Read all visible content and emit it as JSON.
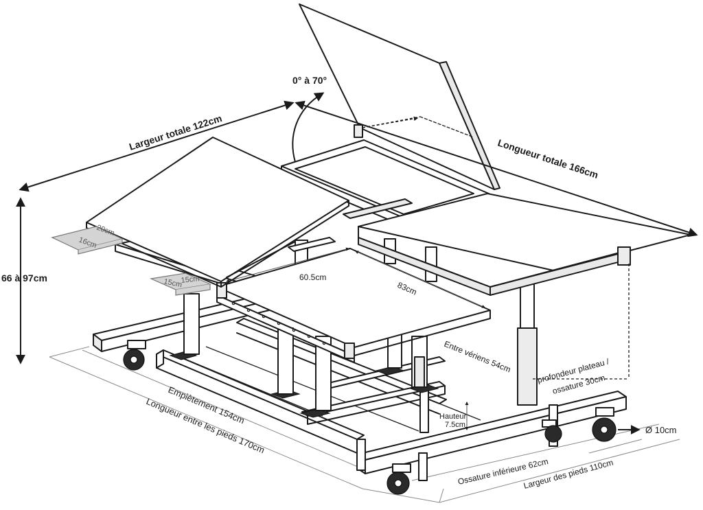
{
  "labels": {
    "angle": "0° à 70°",
    "total_width": "Largeur totale 122cm",
    "total_length": "Longueur totale 166cm",
    "height_range": "66 à 97cm",
    "pad_20": "20cm",
    "pad_16": "16cm",
    "pad_15a": "15cm",
    "pad_15b": "15cm",
    "top_60": "60.5cm",
    "top_83": "83cm",
    "between_jacks": "Entre vériens 54cm",
    "depth_line1": "profondeur plateau /",
    "depth_line2": "ossature 30cm",
    "footprint": "Empiètement 154cm",
    "length_between_feet": "Longueur entre les pieds 170cm",
    "height_line1": "Hauteur",
    "height_line2": "7.5cm",
    "lower_frame": "Ossature inférieure 62cm",
    "feet_width": "Largeur des pieds 110cm",
    "wheel_diameter": "Ø 10cm"
  },
  "icons": {
    "dimension_arrow": "dimension-arrow-icon",
    "rotation_arrow": "curved-arrow-icon",
    "caster": "caster-wheel-icon"
  },
  "colors": {
    "line": "#1a1a1a",
    "background": "#ffffff",
    "pad": "#d4d4d4"
  }
}
